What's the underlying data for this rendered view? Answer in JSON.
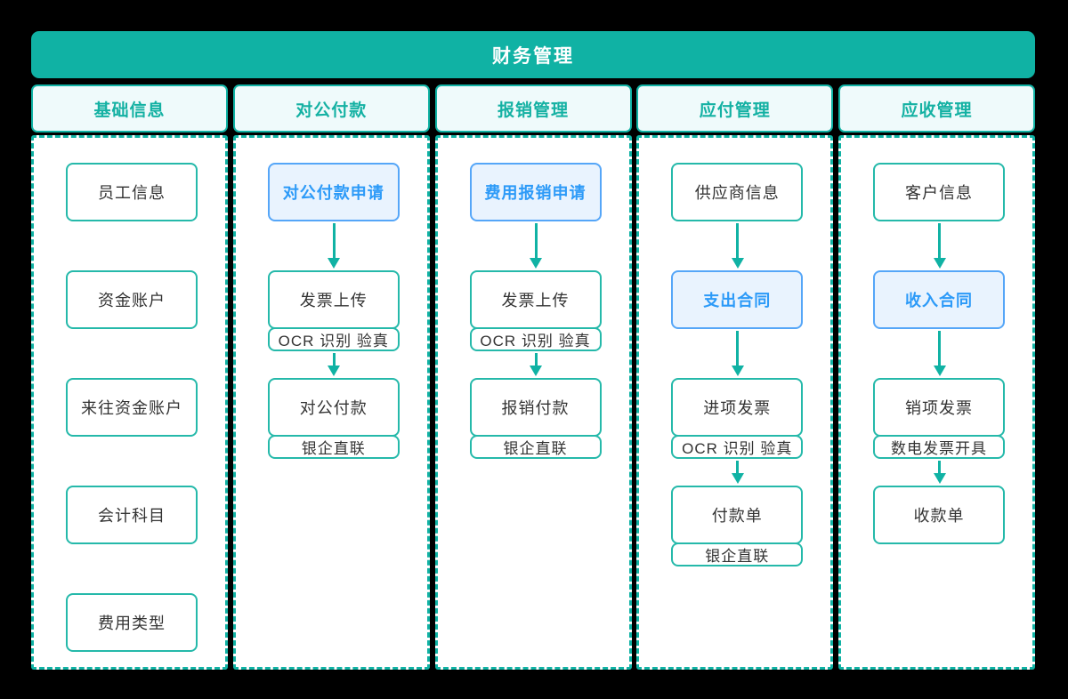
{
  "title": "财务管理",
  "colors": {
    "teal": "#10B2A4",
    "header_fill": "#EFFAFB",
    "box_border": "#25B9AA",
    "highlight_fill": "#E9F3FE",
    "highlight_border": "#55A6F8",
    "highlight_text": "#2C9AF8"
  },
  "columns": [
    {
      "header": "基础信息",
      "linked": false,
      "nodes": [
        {
          "label": "员工信息"
        },
        {
          "label": "资金账户"
        },
        {
          "label": "来往资金账户"
        },
        {
          "label": "会计科目"
        },
        {
          "label": "费用类型"
        }
      ]
    },
    {
      "header": "对公付款",
      "linked": true,
      "nodes": [
        {
          "label": "对公付款申请",
          "highlight": true
        },
        {
          "label": "发票上传",
          "sub": "OCR 识别 验真"
        },
        {
          "label": "对公付款",
          "sub": "银企直联"
        }
      ]
    },
    {
      "header": "报销管理",
      "linked": true,
      "nodes": [
        {
          "label": "费用报销申请",
          "highlight": true
        },
        {
          "label": "发票上传",
          "sub": "OCR 识别 验真"
        },
        {
          "label": "报销付款",
          "sub": "银企直联"
        }
      ]
    },
    {
      "header": "应付管理",
      "linked": true,
      "nodes": [
        {
          "label": "供应商信息"
        },
        {
          "label": "支出合同",
          "highlight": true
        },
        {
          "label": "进项发票",
          "sub": "OCR 识别 验真"
        },
        {
          "label": "付款单",
          "sub": "银企直联"
        }
      ]
    },
    {
      "header": "应收管理",
      "linked": true,
      "nodes": [
        {
          "label": "客户信息"
        },
        {
          "label": "收入合同",
          "highlight": true
        },
        {
          "label": "销项发票",
          "sub": "数电发票开具"
        },
        {
          "label": "收款单"
        }
      ]
    }
  ]
}
